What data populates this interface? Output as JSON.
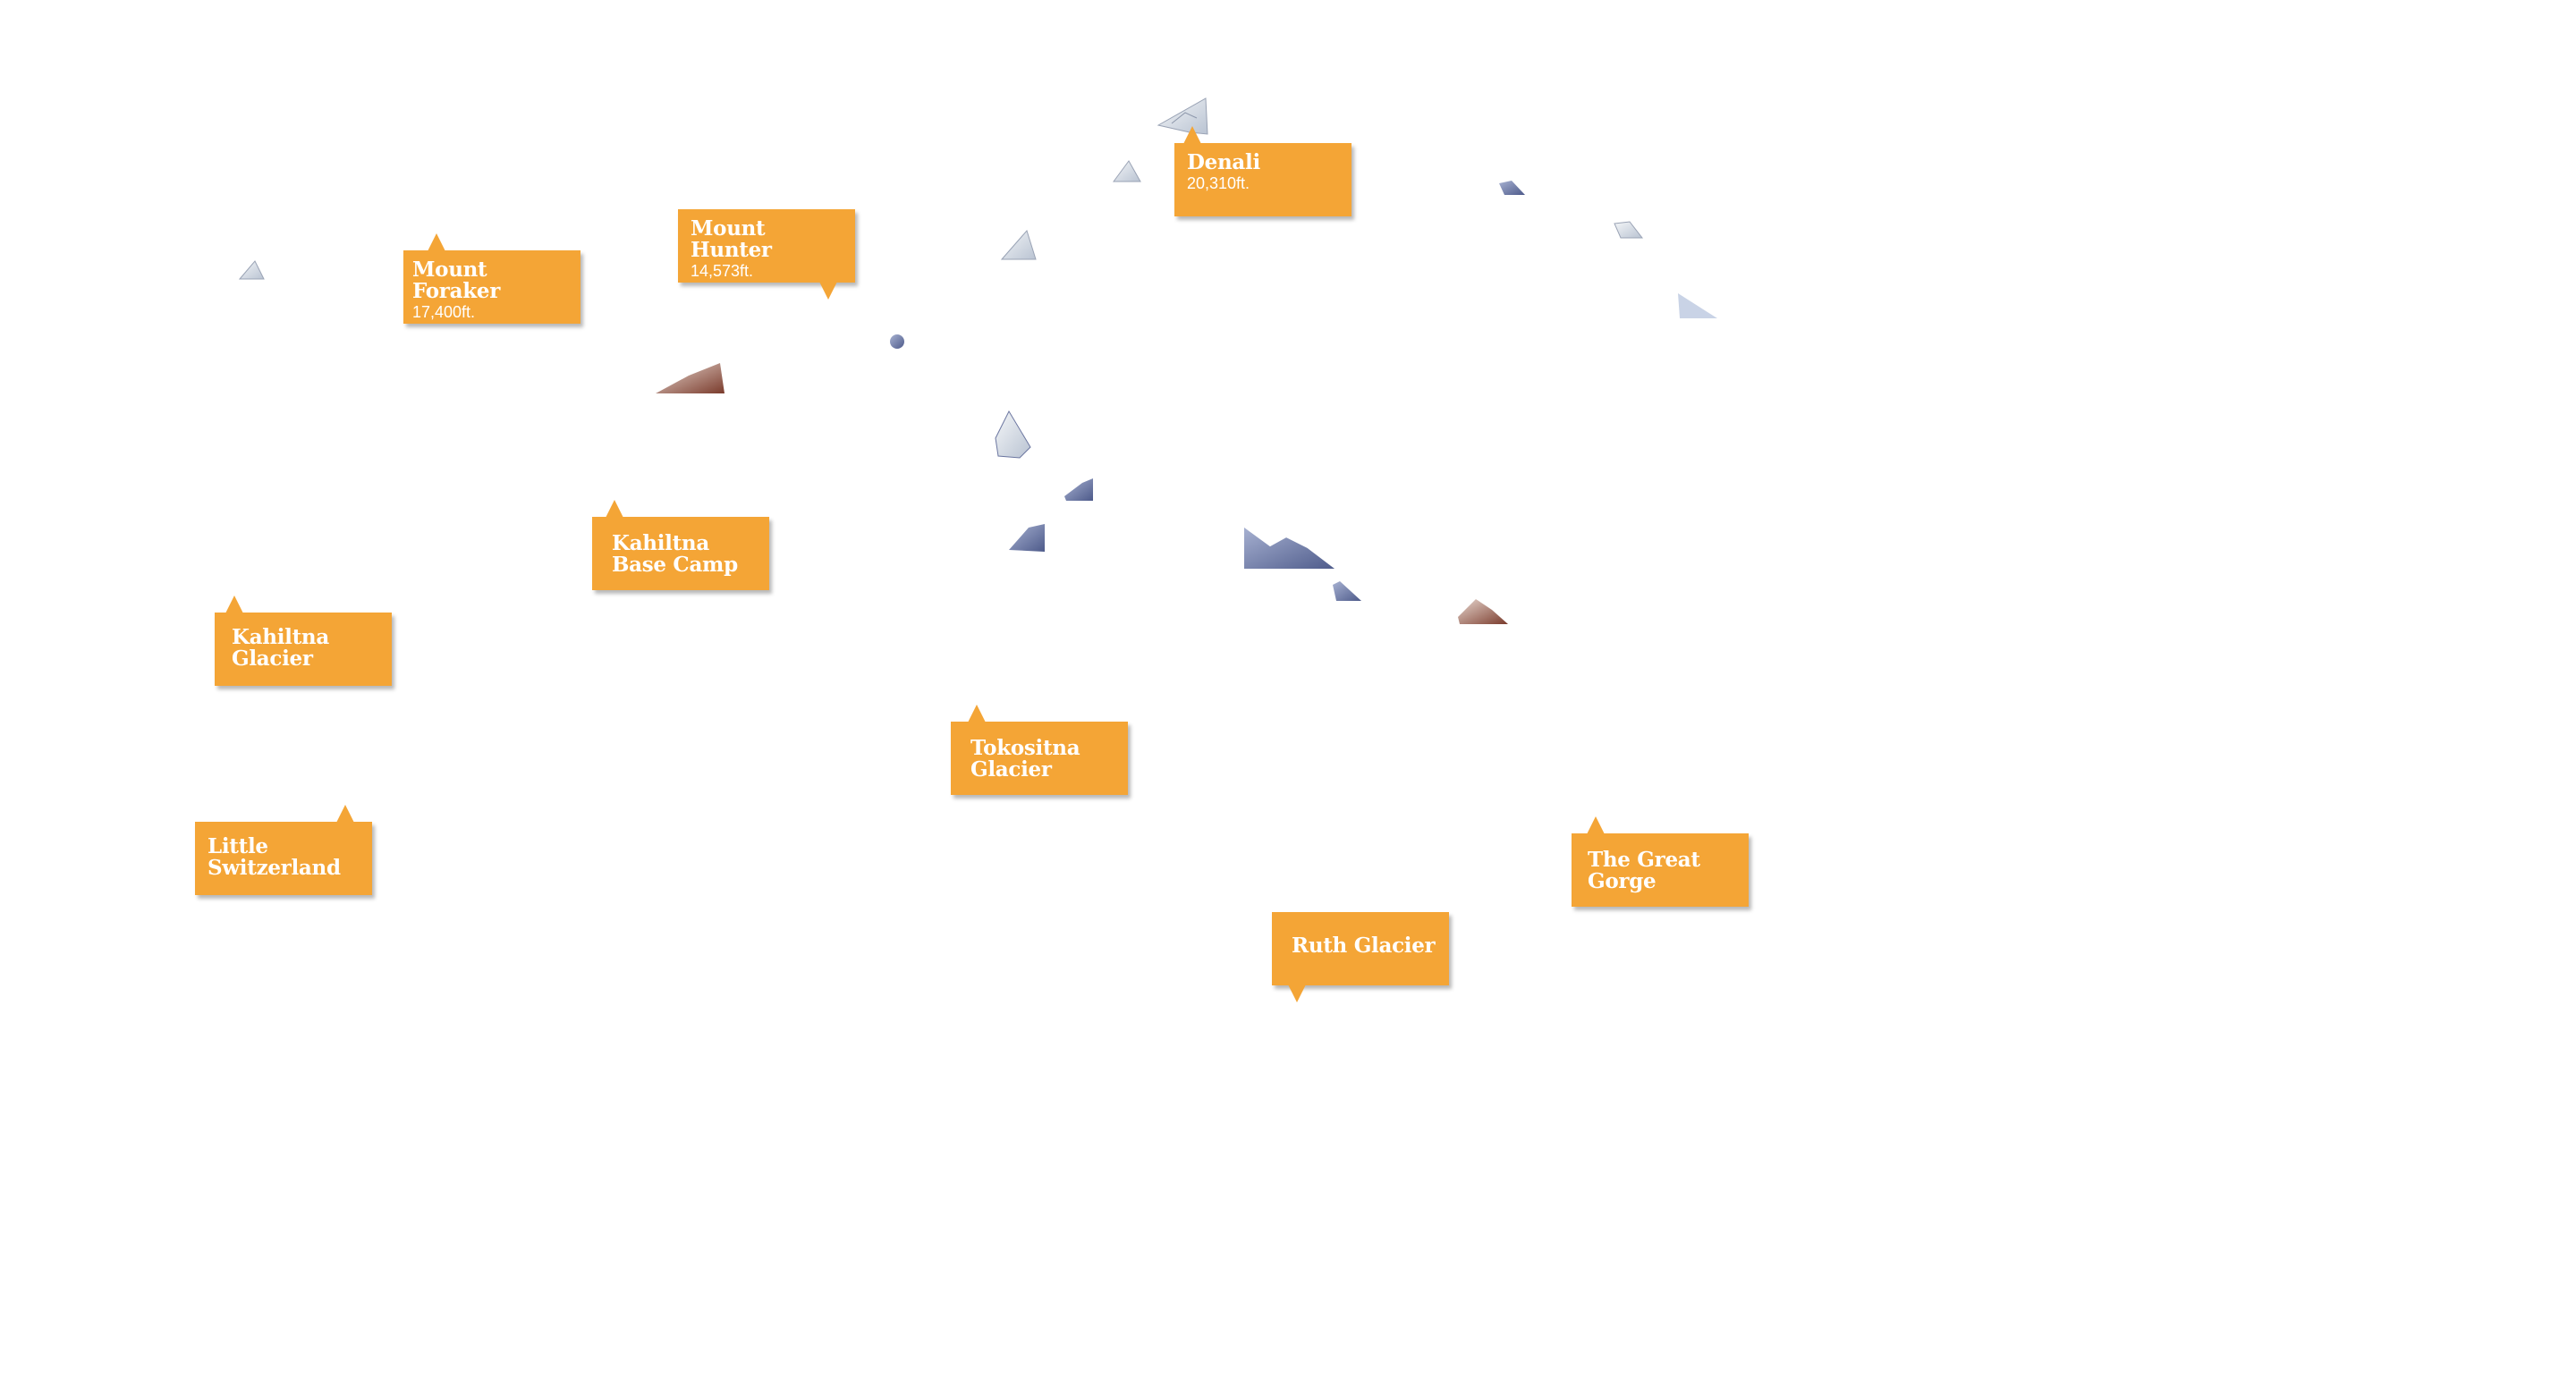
{
  "map": {
    "accent_color": "#f4a536",
    "label_text_color": "#ffffff",
    "background_color": "#ffffff",
    "labels": [
      {
        "id": "denali",
        "name": "Denali",
        "elevation": "20,310ft."
      },
      {
        "id": "mount-hunter",
        "name": "Mount Hunter",
        "elevation": "14,573ft."
      },
      {
        "id": "mount-foraker",
        "name": "Mount Foraker",
        "elevation": "17,400ft."
      },
      {
        "id": "kahiltna-base-camp",
        "name": "Kahiltna Base Camp"
      },
      {
        "id": "kahiltna-glacier",
        "name": "Kahiltna Glacier"
      },
      {
        "id": "little-switzerland",
        "name": "Little Switzerland"
      },
      {
        "id": "tokositna-glacier",
        "name": "Tokositna Glacier"
      },
      {
        "id": "the-great-gorge",
        "name": "The Great Gorge"
      },
      {
        "id": "ruth-glacier",
        "name": "Ruth Glacier"
      }
    ]
  }
}
